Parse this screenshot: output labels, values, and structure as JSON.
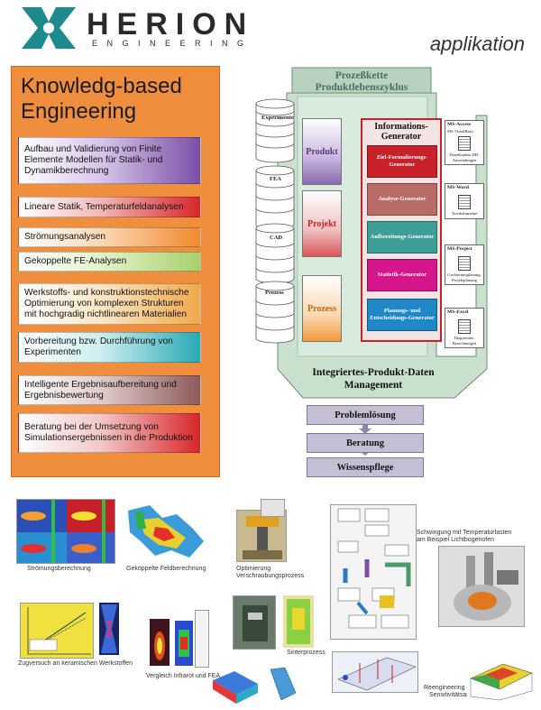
{
  "header": {
    "brand": "HERION",
    "brand_sub": "ENGINEERING",
    "section": "applikation"
  },
  "left_panel": {
    "title": "Knowledg-based Engineering",
    "items": [
      "Aufbau und Validierung von Finite Elemente Modellen für Statik- und Dynamikberechnung",
      "Lineare Statik, Temperaturfeldanalysen",
      "Strömungsanalysen",
      "Gekoppelte FE-Analysen",
      "Werkstoffs- und konstruktionstechnische Optimierung von komplexen Strukturen mit hochgradig nichtlinearen Materialien",
      "Vorbereitung bzw. Durchführung von Experimenten",
      "Intelligente Ergebnisaufbereitung und Ergebnisbewertung",
      "Beratung bei der Umsetzung von Simulationsergebnissen in die Produktion"
    ]
  },
  "diagram": {
    "title_line1": "Prozeßkette",
    "title_line2": "Produktlebenszyklus",
    "cylinders": [
      "Experimente",
      "FEA",
      "CAD",
      "Prozess"
    ],
    "phases": [
      "Produkt",
      "Projekt",
      "Prozess"
    ],
    "generator_title_line1": "Informations-",
    "generator_title_line2": "Generator",
    "generators": [
      {
        "label": "Ziel-Formulierungs-Generator",
        "color": "#c8212a"
      },
      {
        "label": "Analyse-Generator",
        "color": "#b96b67"
      },
      {
        "label": "Aufbereitungs-Generator",
        "color": "#3e9e97"
      },
      {
        "label": "Statistik-Generator",
        "color": "#d4168a"
      },
      {
        "label": "Planungs- und Entscheidungs-Generator",
        "color": "#1e88c8"
      }
    ],
    "ms_tools": [
      {
        "name": "MS-Access",
        "name2": "MS-VisualBasic",
        "desc": "Datenbanken DB-Anwendungen"
      },
      {
        "name": "MS-Word",
        "name2": "",
        "desc": "Textdokumente"
      },
      {
        "name": "MS-Project",
        "name2": "",
        "desc": "Grobterminplanung, Projektplanung"
      },
      {
        "name": "MS-Excel",
        "name2": "",
        "desc": "Diagramme, Berechnungen"
      }
    ],
    "ipd_line1": "Integriertes-Produkt-Daten",
    "ipd_line2": "Management",
    "stages": [
      "Problemlösung",
      "Beratung",
      "Wissenspflege"
    ]
  },
  "captions": {
    "stroemung": "Strömungsberechnung",
    "feld": "Gekoppelte Feldberechnung",
    "optimierung_1": "Optimierung",
    "optimierung_2": "Verschraubungsprozess",
    "schwingung_1": "Schwingung mit Temperaturlasten",
    "schwingung_2": "am Beispiel Lichtbogenofen",
    "zugversuch": "Zugversuch an keramischen Werkstoffen",
    "sinterprozess": "Sinterprozess",
    "infrarot": "Vergleich Infrarot und FEA",
    "reeng_1": "Reengineering durch",
    "reeng_2": "Sensitivitätsanalyse"
  },
  "colors": {
    "panel": "#ef8f3e",
    "funnel": "#c9e0cc",
    "accent_red": "#c8212a",
    "logo_teal": "#1f8a8c"
  }
}
